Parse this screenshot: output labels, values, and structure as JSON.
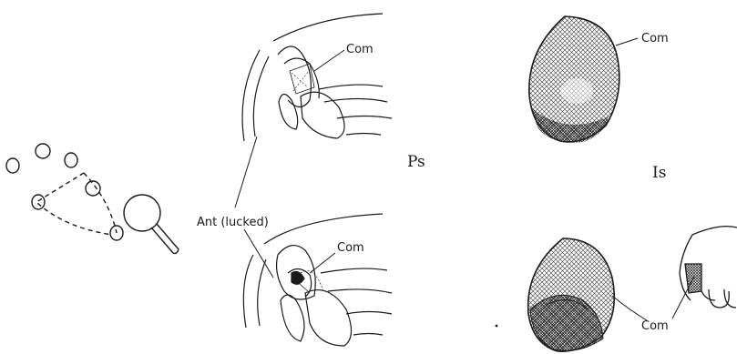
{
  "labels": {
    "com_top_center": "Com",
    "com_bottom_center": "Com",
    "com_top_right": "Com",
    "com_bottom_right": "Com",
    "ant_lucked": "Ant (lucked)",
    "ps": "Ps",
    "is": "Is"
  },
  "colors": {
    "ink": "#1a1a1a",
    "paper": "#ffffff",
    "hatch": "#333333"
  }
}
